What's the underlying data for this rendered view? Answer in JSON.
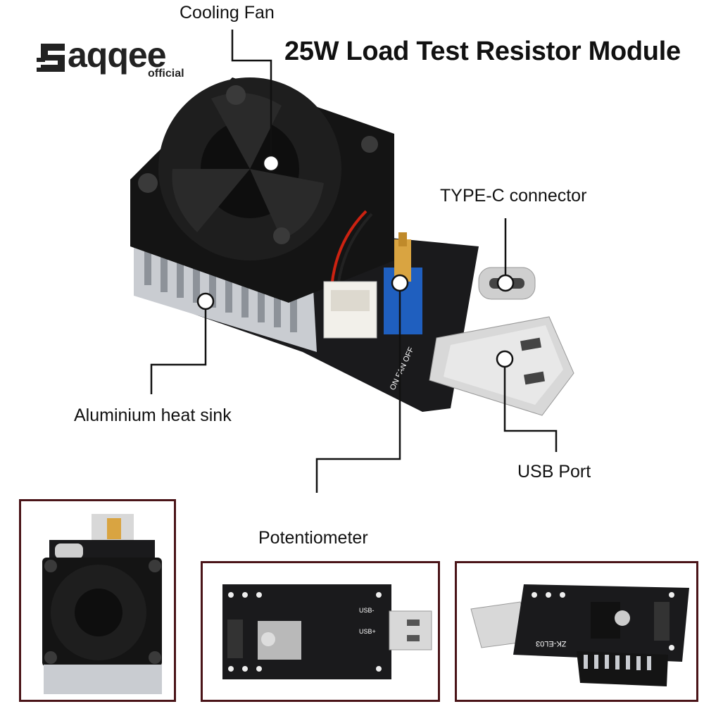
{
  "brand": {
    "name": "aqqee",
    "sub": "official",
    "logo_mark": "S"
  },
  "title": "25W Load Test Resistor Module",
  "callouts": {
    "fan": "Cooling Fan",
    "typec": "TYPE-C connector",
    "heatsink": "Aluminium heat sink",
    "usb": "USB Port",
    "pot": "Potentiometer"
  },
  "board_text": {
    "switch_label": "ON FAN OFF",
    "model": "ZK-EL03",
    "usb_minus": "USB-",
    "usb_plus": "USB+"
  },
  "colors": {
    "inset_border": "#4a1418",
    "pcb": "#1a1a1c",
    "fan": "#141414",
    "heatsink": "#c9ccd1",
    "usb_metal": "#d8d8d8",
    "pot": "#1f5fbf"
  }
}
